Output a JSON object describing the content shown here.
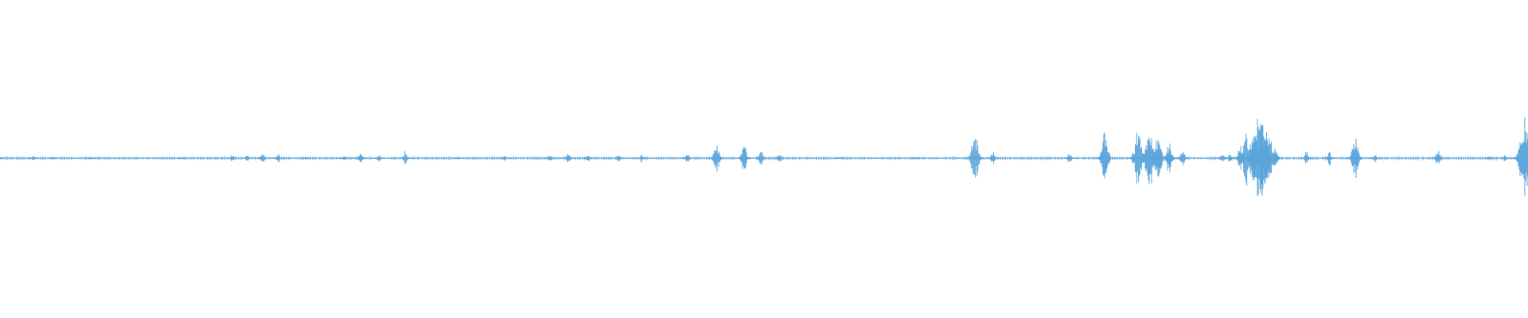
{
  "waveform": {
    "color": "#5aa4dc",
    "bursts": [
      {
        "t": 0.0,
        "a": 0.01
      },
      {
        "t": 0.022,
        "a": 0.02
      },
      {
        "t": 0.035,
        "a": 0.008
      },
      {
        "t": 0.06,
        "a": 0.006
      },
      {
        "t": 0.12,
        "a": 0.008
      },
      {
        "t": 0.152,
        "a": 0.03
      },
      {
        "t": 0.162,
        "a": 0.03
      },
      {
        "t": 0.172,
        "a": 0.04
      },
      {
        "t": 0.182,
        "a": 0.03
      },
      {
        "t": 0.2,
        "a": 0.01
      },
      {
        "t": 0.225,
        "a": 0.02
      },
      {
        "t": 0.236,
        "a": 0.04
      },
      {
        "t": 0.248,
        "a": 0.03
      },
      {
        "t": 0.265,
        "a": 0.05
      },
      {
        "t": 0.3,
        "a": 0.01
      },
      {
        "t": 0.33,
        "a": 0.02
      },
      {
        "t": 0.36,
        "a": 0.035
      },
      {
        "t": 0.372,
        "a": 0.045
      },
      {
        "t": 0.385,
        "a": 0.03
      },
      {
        "t": 0.405,
        "a": 0.03
      },
      {
        "t": 0.42,
        "a": 0.03
      },
      {
        "t": 0.45,
        "a": 0.04
      },
      {
        "t": 0.469,
        "a": 0.11
      },
      {
        "t": 0.487,
        "a": 0.1
      },
      {
        "t": 0.498,
        "a": 0.06
      },
      {
        "t": 0.51,
        "a": 0.04
      },
      {
        "t": 0.55,
        "a": 0.01
      },
      {
        "t": 0.6,
        "a": 0.01
      },
      {
        "t": 0.638,
        "a": 0.18
      },
      {
        "t": 0.65,
        "a": 0.06
      },
      {
        "t": 0.7,
        "a": 0.04
      },
      {
        "t": 0.723,
        "a": 0.18
      },
      {
        "t": 0.745,
        "a": 0.2
      },
      {
        "t": 0.752,
        "a": 0.22
      },
      {
        "t": 0.758,
        "a": 0.16
      },
      {
        "t": 0.765,
        "a": 0.12
      },
      {
        "t": 0.774,
        "a": 0.08
      },
      {
        "t": 0.8,
        "a": 0.03
      },
      {
        "t": 0.805,
        "a": 0.04
      },
      {
        "t": 0.812,
        "a": 0.1
      },
      {
        "t": 0.816,
        "a": 0.2
      },
      {
        "t": 0.82,
        "a": 0.18
      },
      {
        "t": 0.824,
        "a": 0.35
      },
      {
        "t": 0.827,
        "a": 0.25
      },
      {
        "t": 0.83,
        "a": 0.2
      },
      {
        "t": 0.835,
        "a": 0.08
      },
      {
        "t": 0.855,
        "a": 0.05
      },
      {
        "t": 0.87,
        "a": 0.05
      },
      {
        "t": 0.887,
        "a": 0.15
      },
      {
        "t": 0.9,
        "a": 0.03
      },
      {
        "t": 0.941,
        "a": 0.07
      },
      {
        "t": 0.975,
        "a": 0.02
      },
      {
        "t": 0.985,
        "a": 0.03
      },
      {
        "t": 0.998,
        "a": 0.28
      }
    ]
  }
}
